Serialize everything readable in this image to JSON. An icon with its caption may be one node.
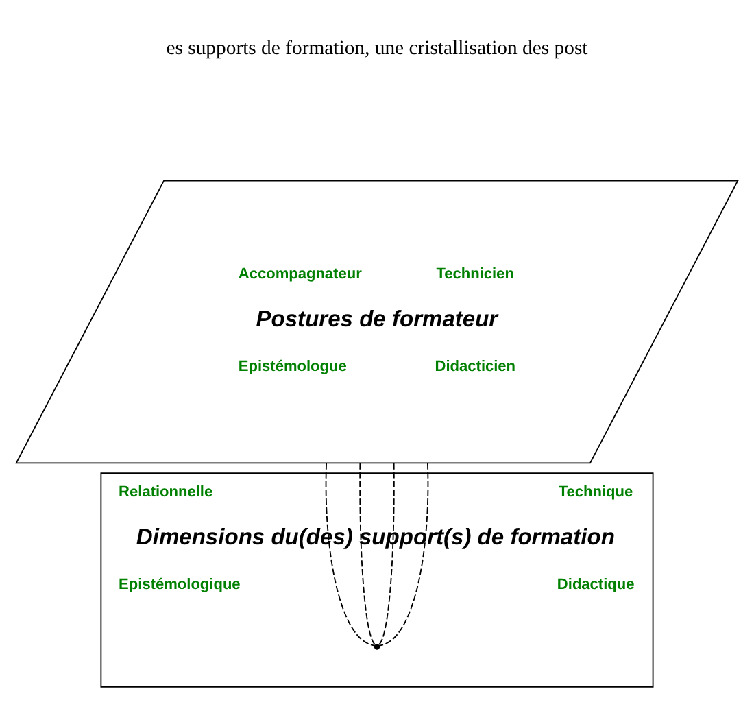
{
  "diagram": {
    "nodes": [
      {
        "text": [
          "Accompagnateur",
          "Technicien",
          "Postures de formateur",
          "Epistémologue",
          "Didacticien"
        ]
      },
      {
        "text": [
          "Relationnelle",
          "Technique",
          "Dimensions du(des) support(s) de formation",
          "Epistémologique",
          "Didactique"
        ]
      },
      {
        "text": [],
        "shape": "point",
        "in": 1
      }
    ],
    "edges": [
      {
        "from": 0,
        "to": 2,
        "arrow": "none",
        "style": "dashed"
      },
      {
        "from": 0,
        "to": 2,
        "arrow": "none",
        "style": "dashed"
      },
      {
        "from": 0,
        "to": 2,
        "arrow": "none",
        "style": "dashed"
      },
      {
        "from": 0,
        "to": 2,
        "arrow": "none",
        "style": "dashed"
      }
    ],
    "labels": [
      "es supports de formation, une cristallisation des post"
    ]
  }
}
